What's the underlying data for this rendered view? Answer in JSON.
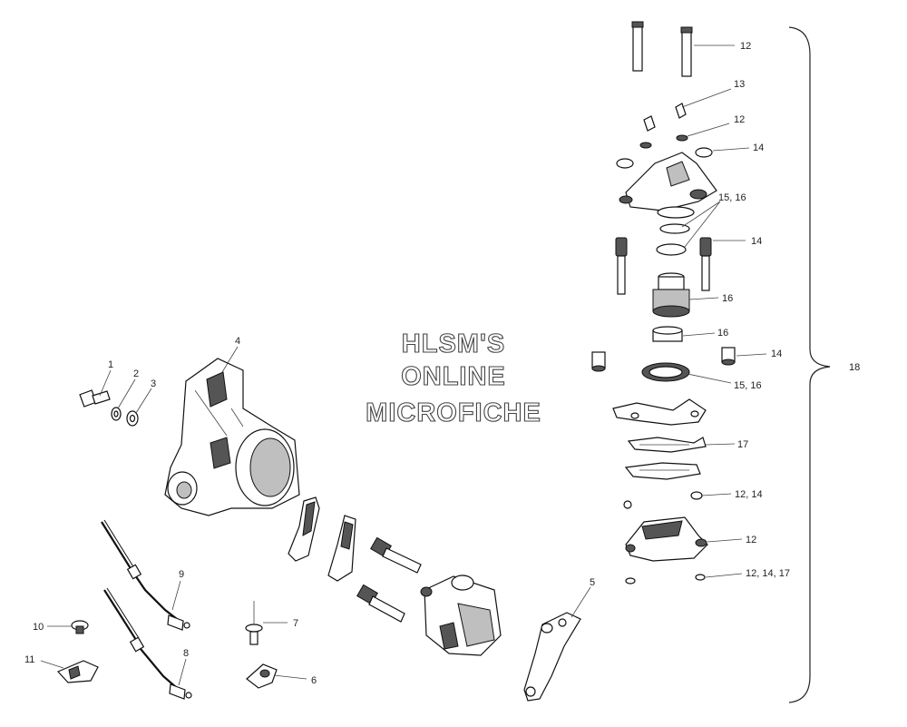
{
  "watermark": {
    "line1": "HLSM'S",
    "line2": "ONLINE",
    "line3": "MICROFICHE"
  },
  "callouts": {
    "c1": "1",
    "c2": "2",
    "c3": "3",
    "c4": "4",
    "c5": "5",
    "c6": "6",
    "c7": "7",
    "c8": "8",
    "c9": "9",
    "c10": "10",
    "c11": "11",
    "c12a": "12",
    "c13": "13",
    "c12b": "12",
    "c14a": "14",
    "c1516a": "15,  16",
    "c14b": "14",
    "c16a": "16",
    "c16b": "16",
    "c14c": "14",
    "c1516b": "15,    16",
    "c17": "17",
    "c1214": "12,   14",
    "c12c": "12",
    "c121417": "12,    14,  17",
    "c18": "18"
  }
}
